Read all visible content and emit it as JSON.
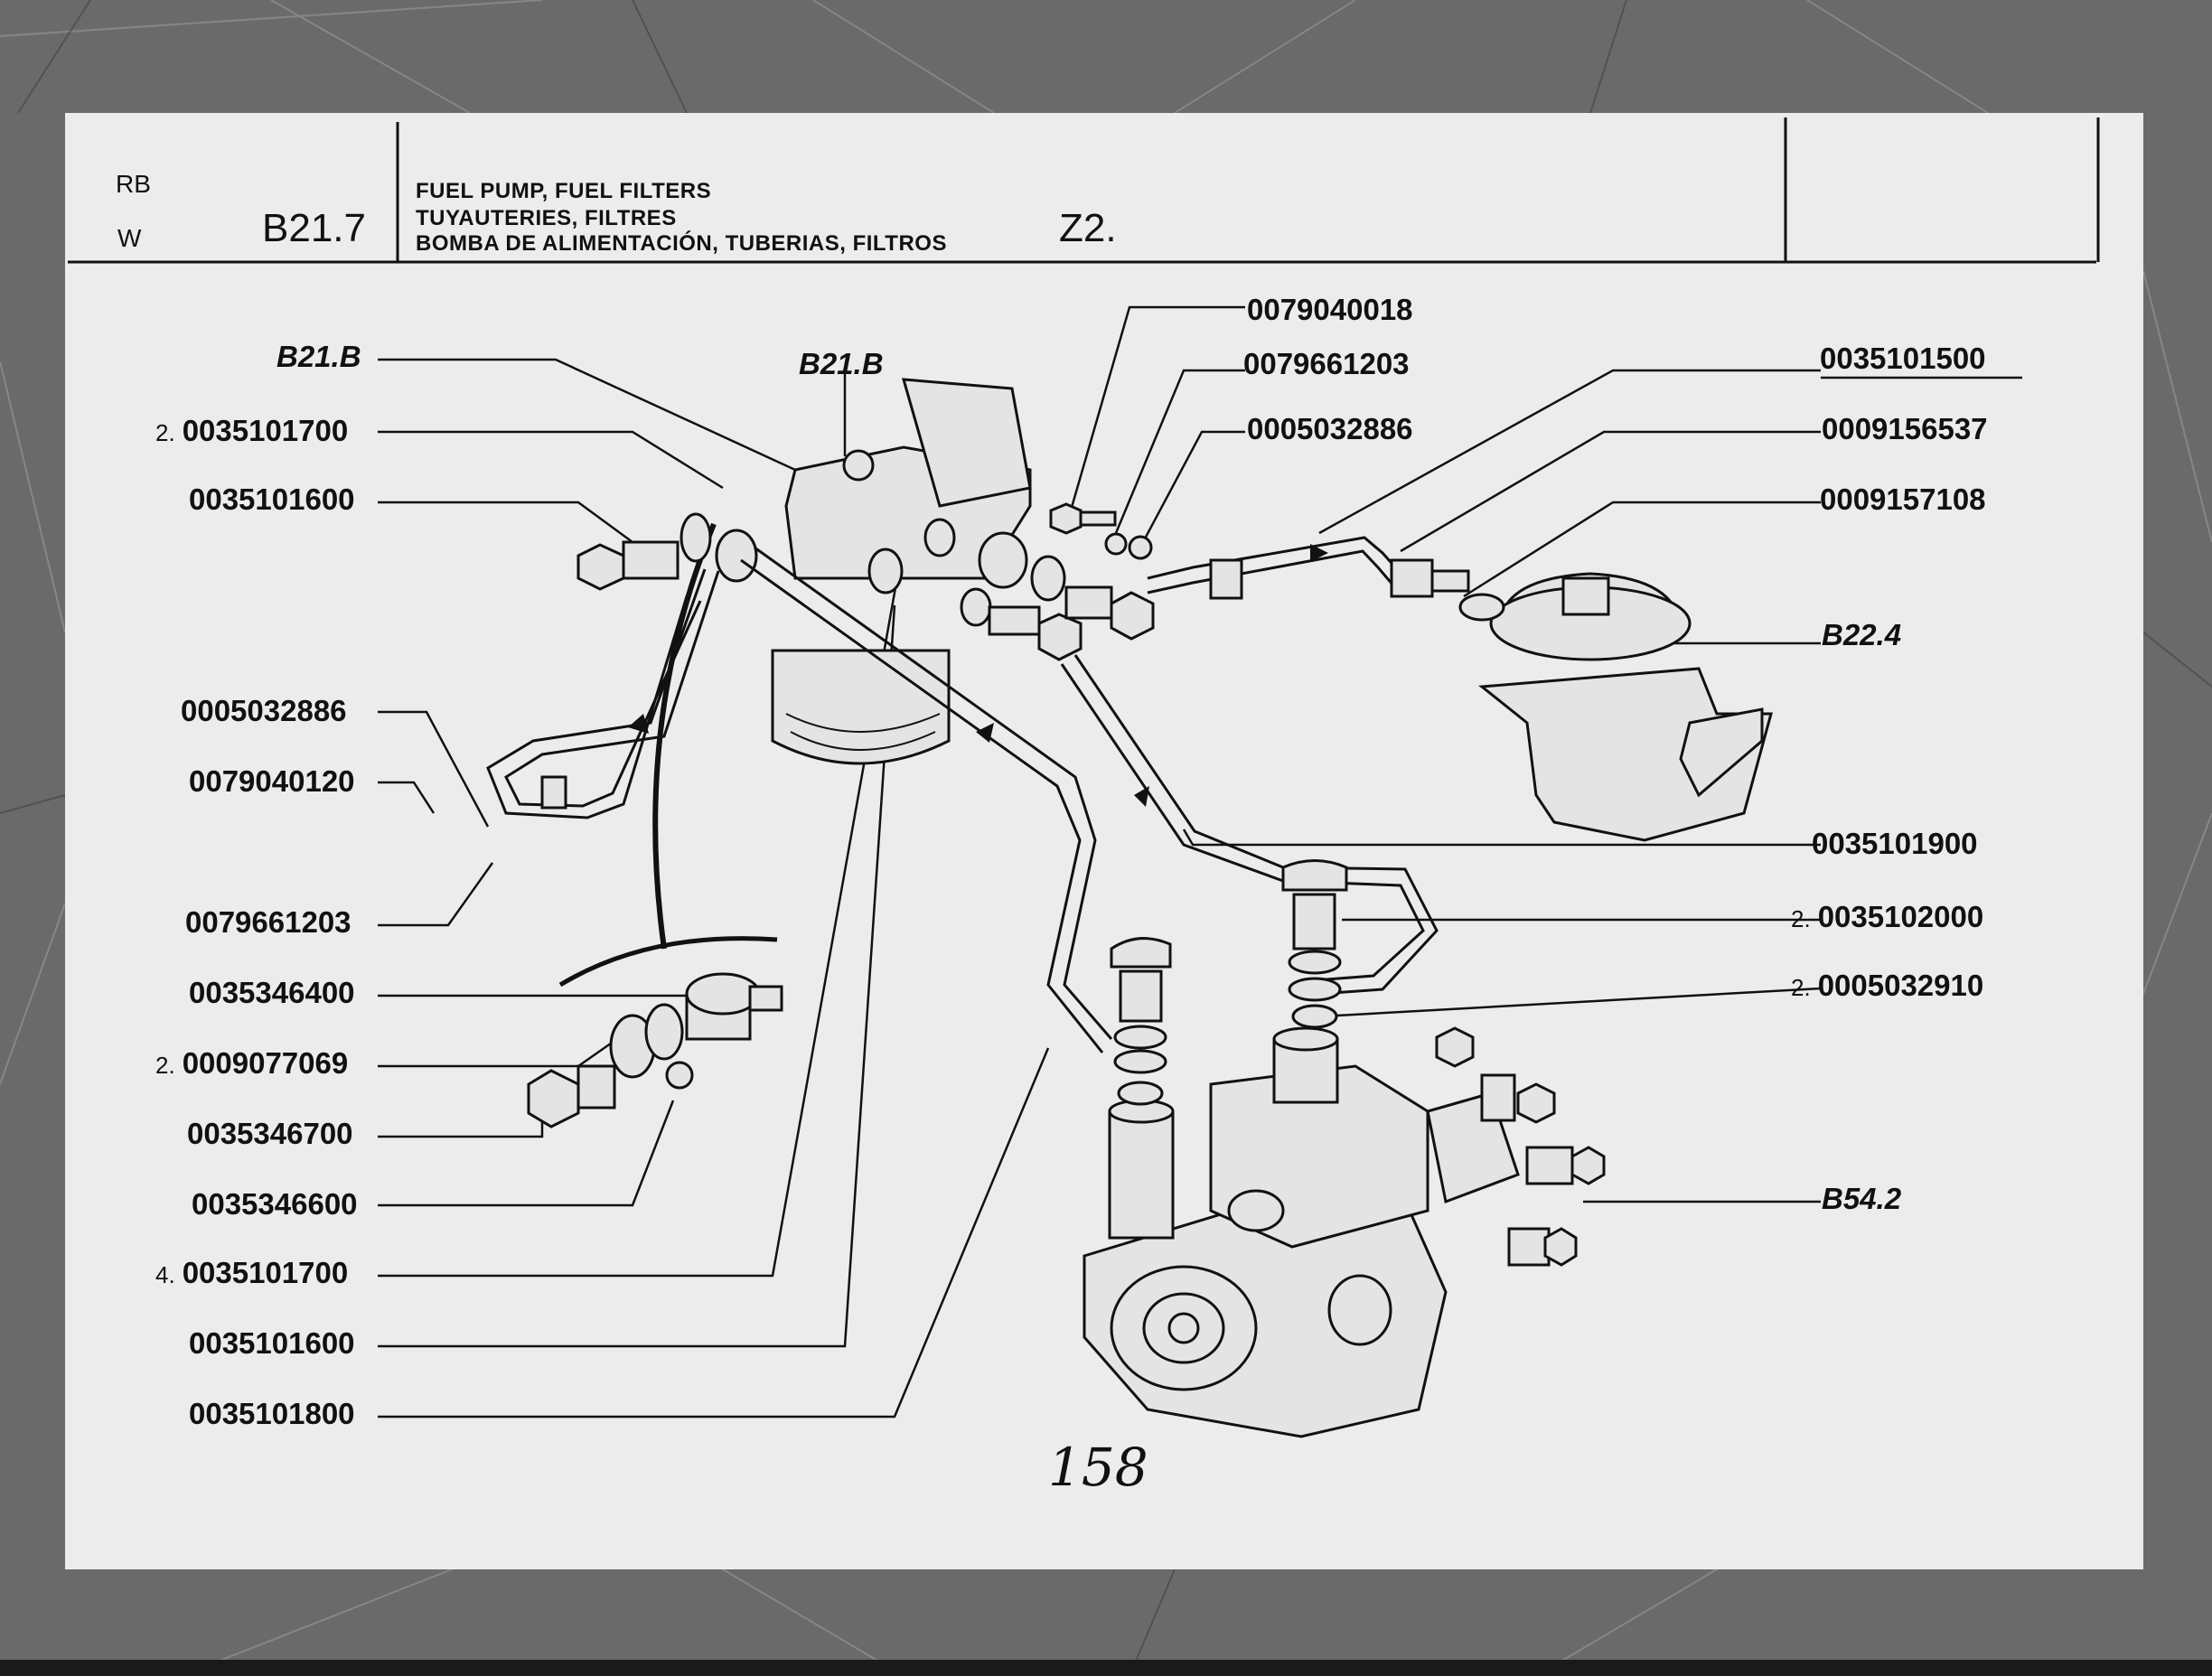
{
  "header": {
    "code_top": "RB",
    "code_bottom": "W",
    "section": "B21.7",
    "title_en": "FUEL PUMP, FUEL FILTERS",
    "title_fr": "TUYAUTERIES, FILTRES",
    "title_es": "BOMBA DE ALIMENTACIÓN, TUBERIAS, FILTROS",
    "group": "Z2."
  },
  "left_labels": [
    {
      "qty": "",
      "text": "B21.B",
      "ref": true
    },
    {
      "qty": "2.",
      "text": "0035101700",
      "ref": false
    },
    {
      "qty": "",
      "text": "0035101600",
      "ref": false
    },
    {
      "qty": "",
      "text": "0005032886",
      "ref": false
    },
    {
      "qty": "",
      "text": "0079040120",
      "ref": false
    },
    {
      "qty": "",
      "text": "0079661203",
      "ref": false
    },
    {
      "qty": "",
      "text": "0035346400",
      "ref": false
    },
    {
      "qty": "2.",
      "text": "0009077069",
      "ref": false
    },
    {
      "qty": "",
      "text": "0035346700",
      "ref": false
    },
    {
      "qty": "",
      "text": "0035346600",
      "ref": false
    },
    {
      "qty": "4.",
      "text": "0035101700",
      "ref": false
    },
    {
      "qty": "",
      "text": "0035101600",
      "ref": false
    },
    {
      "qty": "",
      "text": "0035101800",
      "ref": false
    }
  ],
  "center_labels": [
    {
      "text": "B21.B",
      "ref": true
    },
    {
      "text": "0079040018",
      "ref": false
    },
    {
      "text": "0079661203",
      "ref": false
    },
    {
      "text": "0005032886",
      "ref": false
    }
  ],
  "right_labels": [
    {
      "qty": "",
      "text": "0035101500",
      "ref": false
    },
    {
      "qty": "",
      "text": "0009156537",
      "ref": false
    },
    {
      "qty": "",
      "text": "0009157108",
      "ref": false
    },
    {
      "qty": "",
      "text": "B22.4",
      "ref": true
    },
    {
      "qty": "",
      "text": "0035101900",
      "ref": false
    },
    {
      "qty": "2.",
      "text": "0035102000",
      "ref": false
    },
    {
      "qty": "2.",
      "text": "0005032910",
      "ref": false
    },
    {
      "qty": "",
      "text": "B54.2",
      "ref": true
    }
  ],
  "page_number": "158"
}
